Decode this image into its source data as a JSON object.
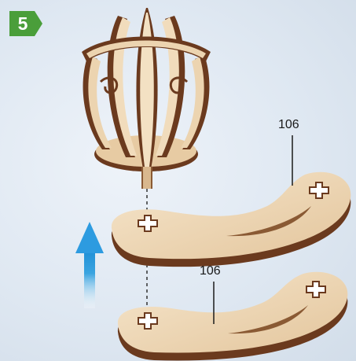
{
  "step": {
    "number": "5",
    "color": "#4a9e3a"
  },
  "callouts": [
    {
      "label": "106"
    },
    {
      "label": "106"
    }
  ],
  "colors": {
    "wood_light": "#f0dcbe",
    "wood_mid": "#d9b88e",
    "wood_dark": "#6b3a1e",
    "arrow": "#3aa4e0"
  },
  "icons": {
    "direction": "arrow-up-icon"
  }
}
